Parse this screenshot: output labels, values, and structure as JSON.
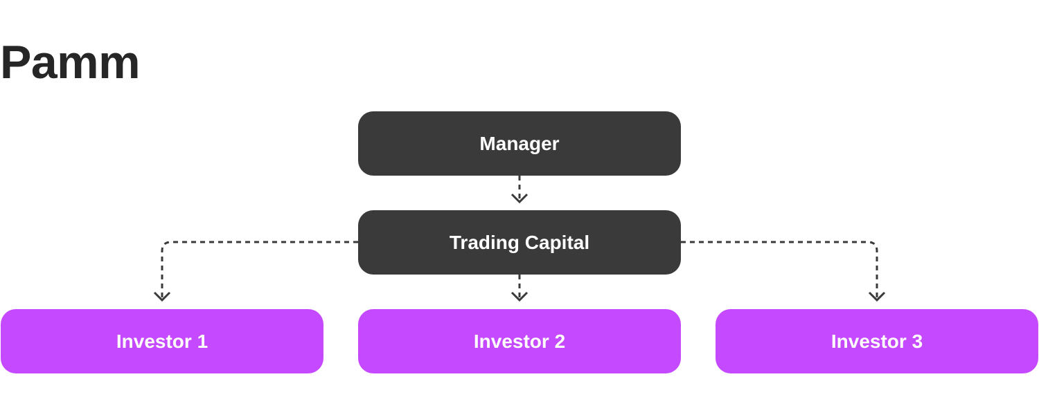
{
  "diagram": {
    "title": "Pamm",
    "nodes": {
      "manager": "Manager",
      "trading_capital": "Trading Capital",
      "investor_1": "Investor 1",
      "investor_2": "Investor 2",
      "investor_3": "Investor 3"
    },
    "edges": [
      {
        "from": "manager",
        "to": "trading_capital",
        "style": "dashed-arrow"
      },
      {
        "from": "trading_capital",
        "to": "investor_1",
        "style": "dashed-arrow"
      },
      {
        "from": "trading_capital",
        "to": "investor_2",
        "style": "dashed-arrow"
      },
      {
        "from": "trading_capital",
        "to": "investor_3",
        "style": "dashed-arrow"
      }
    ],
    "colors": {
      "dark_node": "#3a3a3a",
      "investor_node": "#c549ff",
      "node_text": "#ffffff",
      "title_text": "#262626"
    }
  }
}
